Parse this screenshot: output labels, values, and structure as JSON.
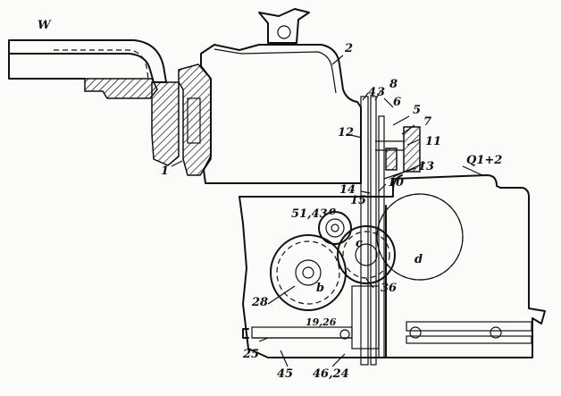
{
  "labels": {
    "W": "W",
    "n1": "1",
    "n2": "2",
    "n3": "3",
    "n4": "4",
    "n5": "5",
    "n6": "6",
    "n7": "7",
    "n8": "8",
    "n10": "10",
    "n11": "11",
    "n12": "12",
    "n13": "13",
    "n14": "14",
    "n15": "15",
    "q": "Q1+2",
    "n51": "51,43",
    "e": "e",
    "c": "c",
    "d": "d",
    "b": "b",
    "n28": "28",
    "n36": "36",
    "n19": "19,26",
    "n25": "25",
    "n45": "45",
    "n46": "46,24"
  }
}
